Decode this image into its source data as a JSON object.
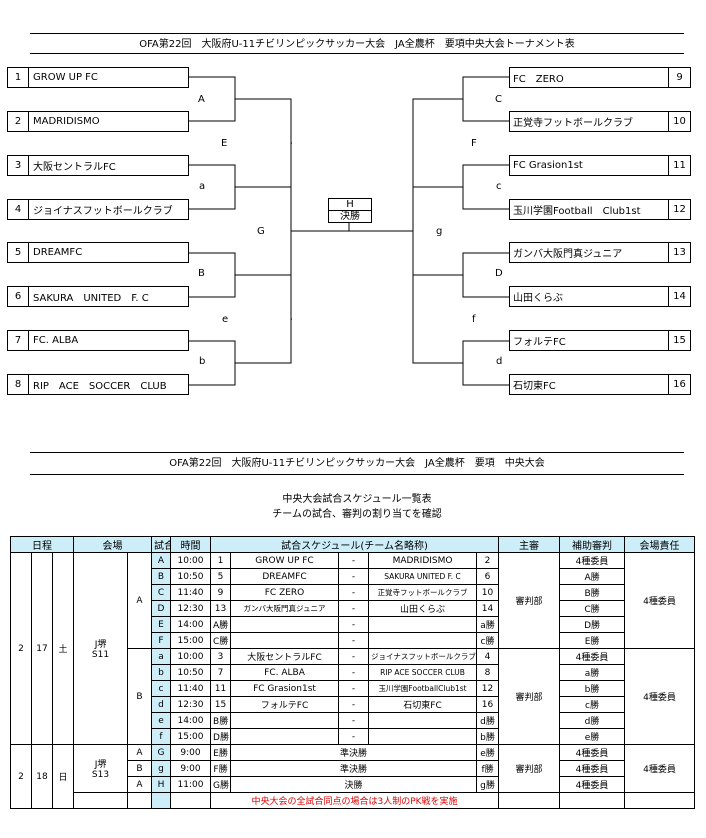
{
  "bracket": {
    "title": "OFA第22回　大阪府U-11チビリンピックサッカー大会　JA全農杯　要項中央大会トーナメント表",
    "left_teams": [
      {
        "n": "1",
        "name": "GROW UP FC"
      },
      {
        "n": "2",
        "name": "MADRIDISMO"
      },
      {
        "n": "3",
        "name": "大阪セントラルFC"
      },
      {
        "n": "4",
        "name": "ジョイナスフットボールクラブ"
      },
      {
        "n": "5",
        "name": "DREAMFC"
      },
      {
        "n": "6",
        "name": "SAKURA　UNITED　F. C"
      },
      {
        "n": "7",
        "name": "FC. ALBA"
      },
      {
        "n": "8",
        "name": "RIP　ACE　SOCCER　CLUB"
      }
    ],
    "right_teams": [
      {
        "n": "9",
        "name": "FC　ZERO"
      },
      {
        "n": "10",
        "name": "正覚寺フットボールクラブ"
      },
      {
        "n": "11",
        "name": "FC Grasion1st"
      },
      {
        "n": "12",
        "name": "玉川学園Football　Club1st"
      },
      {
        "n": "13",
        "name": "ガンバ大阪門真ジュニア"
      },
      {
        "n": "14",
        "name": "山田くらぶ"
      },
      {
        "n": "15",
        "name": "フォルテFC"
      },
      {
        "n": "16",
        "name": "石切東FC"
      }
    ],
    "labels": {
      "A": "A",
      "a": "a",
      "B": "B",
      "b": "b",
      "E": "E",
      "e": "e",
      "G": "G",
      "C": "C",
      "c": "c",
      "D": "D",
      "d": "d",
      "F": "F",
      "f": "f",
      "g": "g"
    },
    "final_code": "H",
    "final_label": "決勝"
  },
  "schedule": {
    "title": "OFA第22回　大阪府U-11チビリンピックサッカー大会　JA全農杯　要項　中央大会",
    "subtitle1": "中央大会試合スケジュール一覧表",
    "subtitle2": "チームの試合、審判の割り当てを確認",
    "headers": {
      "date": "日程",
      "venue": "会場",
      "match_no": "試合番号",
      "time": "時間",
      "schedule": "試合スケジュール(チーム名略称)",
      "referee": "主審",
      "assistant": "補助審判",
      "venue_resp": "会場責任"
    },
    "day1": {
      "month": "2",
      "day": "17",
      "dow": "土",
      "venue1": "J堺",
      "venue2": "S11",
      "courtA": "A",
      "courtB": "B",
      "referee_a": "審判部",
      "referee_b": "審判部",
      "resp_a": "4種委員",
      "resp_b": "4種委員"
    },
    "day2": {
      "month": "2",
      "day": "18",
      "dow": "日",
      "venue1": "J堺",
      "venue2": "S13",
      "referee": "審判部",
      "resp": "4種委員"
    },
    "rows_a": [
      {
        "m": "A",
        "time": "10:00",
        "n1": "1",
        "t1": "GROW UP FC",
        "dash": "-",
        "t2": "MADRIDISMO",
        "n2": "2",
        "sub": "4種委員"
      },
      {
        "m": "B",
        "time": "10:50",
        "n1": "5",
        "t1": "DREAMFC",
        "dash": "-",
        "t2": "SAKURA UNITED F. C",
        "n2": "6",
        "sub": "A勝"
      },
      {
        "m": "C",
        "time": "11:40",
        "n1": "9",
        "t1": "FC ZERO",
        "dash": "-",
        "t2": "正覚寺フットボールクラブ",
        "n2": "10",
        "sub": "B勝"
      },
      {
        "m": "D",
        "time": "12:30",
        "n1": "13",
        "t1": "ガンバ大阪門真ジュニア",
        "dash": "-",
        "t2": "山田くらぶ",
        "n2": "14",
        "sub": "C勝"
      },
      {
        "m": "E",
        "time": "14:00",
        "n1": "A勝",
        "t1": "",
        "dash": "-",
        "t2": "",
        "n2": "a勝",
        "sub": "D勝"
      },
      {
        "m": "F",
        "time": "15:00",
        "n1": "C勝",
        "t1": "",
        "dash": "-",
        "t2": "",
        "n2": "c勝",
        "sub": "E勝"
      }
    ],
    "rows_b": [
      {
        "m": "a",
        "time": "10:00",
        "n1": "3",
        "t1": "大阪セントラルFC",
        "dash": "-",
        "t2": "ジョイナスフットボールクラブ",
        "n2": "4",
        "sub": "4種委員"
      },
      {
        "m": "b",
        "time": "10:50",
        "n1": "7",
        "t1": "FC. ALBA",
        "dash": "-",
        "t2": "RIP ACE SOCCER CLUB",
        "n2": "8",
        "sub": "a勝"
      },
      {
        "m": "c",
        "time": "11:40",
        "n1": "11",
        "t1": "FC Grasion1st",
        "dash": "-",
        "t2": "玉川学園FootballClub1st",
        "n2": "12",
        "sub": "b勝"
      },
      {
        "m": "d",
        "time": "12:30",
        "n1": "15",
        "t1": "フォルテFC",
        "dash": "-",
        "t2": "石切東FC",
        "n2": "16",
        "sub": "c勝"
      },
      {
        "m": "e",
        "time": "14:00",
        "n1": "B勝",
        "t1": "",
        "dash": "-",
        "t2": "",
        "n2": "d勝",
        "sub": "d勝"
      },
      {
        "m": "f",
        "time": "15:00",
        "n1": "D勝",
        "t1": "",
        "dash": "-",
        "t2": "",
        "n2": "b勝",
        "sub": "e勝"
      }
    ],
    "rows_d2": [
      {
        "court": "A",
        "m": "G",
        "time": "9:00",
        "n1": "E勝",
        "label": "準決勝",
        "n2": "e勝",
        "sub": "4種委員"
      },
      {
        "court": "B",
        "m": "g",
        "time": "9:00",
        "n1": "F勝",
        "label": "準決勝",
        "n2": "f勝",
        "sub": "4種委員"
      },
      {
        "court": "A",
        "m": "H",
        "time": "11:00",
        "n1": "G勝",
        "label": "決勝",
        "n2": "g勝",
        "sub": "4種委員"
      }
    ],
    "note": "中央大会の全試合同点の場合は3人制のPK戦を実施"
  }
}
